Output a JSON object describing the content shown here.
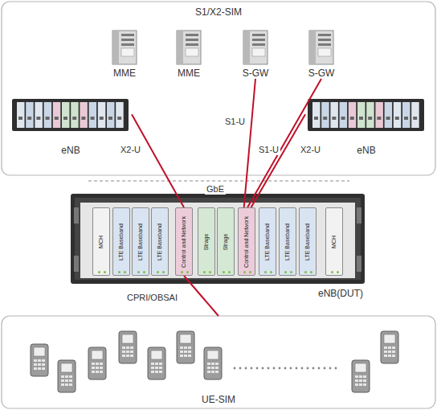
{
  "diagram": {
    "nodes": [
      {
        "text": [
          "S1/X2-SIM"
        ]
      },
      {
        "text": [
          "MME"
        ],
        "in": 0
      },
      {
        "text": [
          "MME"
        ],
        "in": 0
      },
      {
        "text": [
          "S-GW"
        ],
        "in": 0
      },
      {
        "text": [
          "S-GW"
        ],
        "in": 0
      },
      {
        "text": [
          "eNB"
        ],
        "in": 0
      },
      {
        "text": [
          "eNB"
        ],
        "in": 0
      },
      {
        "text": [
          "eNB(DUT)"
        ]
      },
      {
        "text": [
          "MCH"
        ],
        "in": 7
      },
      {
        "text": [
          "LTE Baseband"
        ],
        "in": 7
      },
      {
        "text": [
          "LTE Baseband"
        ],
        "in": 7
      },
      {
        "text": [
          "LTE Baseband"
        ],
        "in": 7
      },
      {
        "text": [
          "Control and Network"
        ],
        "in": 7
      },
      {
        "text": [
          "Strage"
        ],
        "in": 7
      },
      {
        "text": [
          "Strage"
        ],
        "in": 7
      },
      {
        "text": [
          "Control and Network"
        ],
        "in": 7
      },
      {
        "text": [
          "LTE Baseband"
        ],
        "in": 7
      },
      {
        "text": [
          "LTE Baseband"
        ],
        "in": 7
      },
      {
        "text": [
          "LTE Baseband"
        ],
        "in": 7
      },
      {
        "text": [
          "MCH"
        ],
        "in": 7
      },
      {
        "text": [
          "UE-SIM"
        ]
      }
    ],
    "edges": [
      {
        "from": 5,
        "to": 12,
        "arrow": "none",
        "label": "X2-U"
      },
      {
        "from": 3,
        "to": 15,
        "arrow": "none",
        "label": "S1-U"
      },
      {
        "from": 4,
        "to": 15,
        "arrow": "none",
        "label": "S1-U"
      },
      {
        "from": 6,
        "to": 15,
        "arrow": "none",
        "label": "X2-U"
      },
      {
        "from": 12,
        "to": 20,
        "arrow": "none",
        "label": "CPRI/OBSAI"
      }
    ],
    "labels": [
      "GbE"
    ]
  }
}
